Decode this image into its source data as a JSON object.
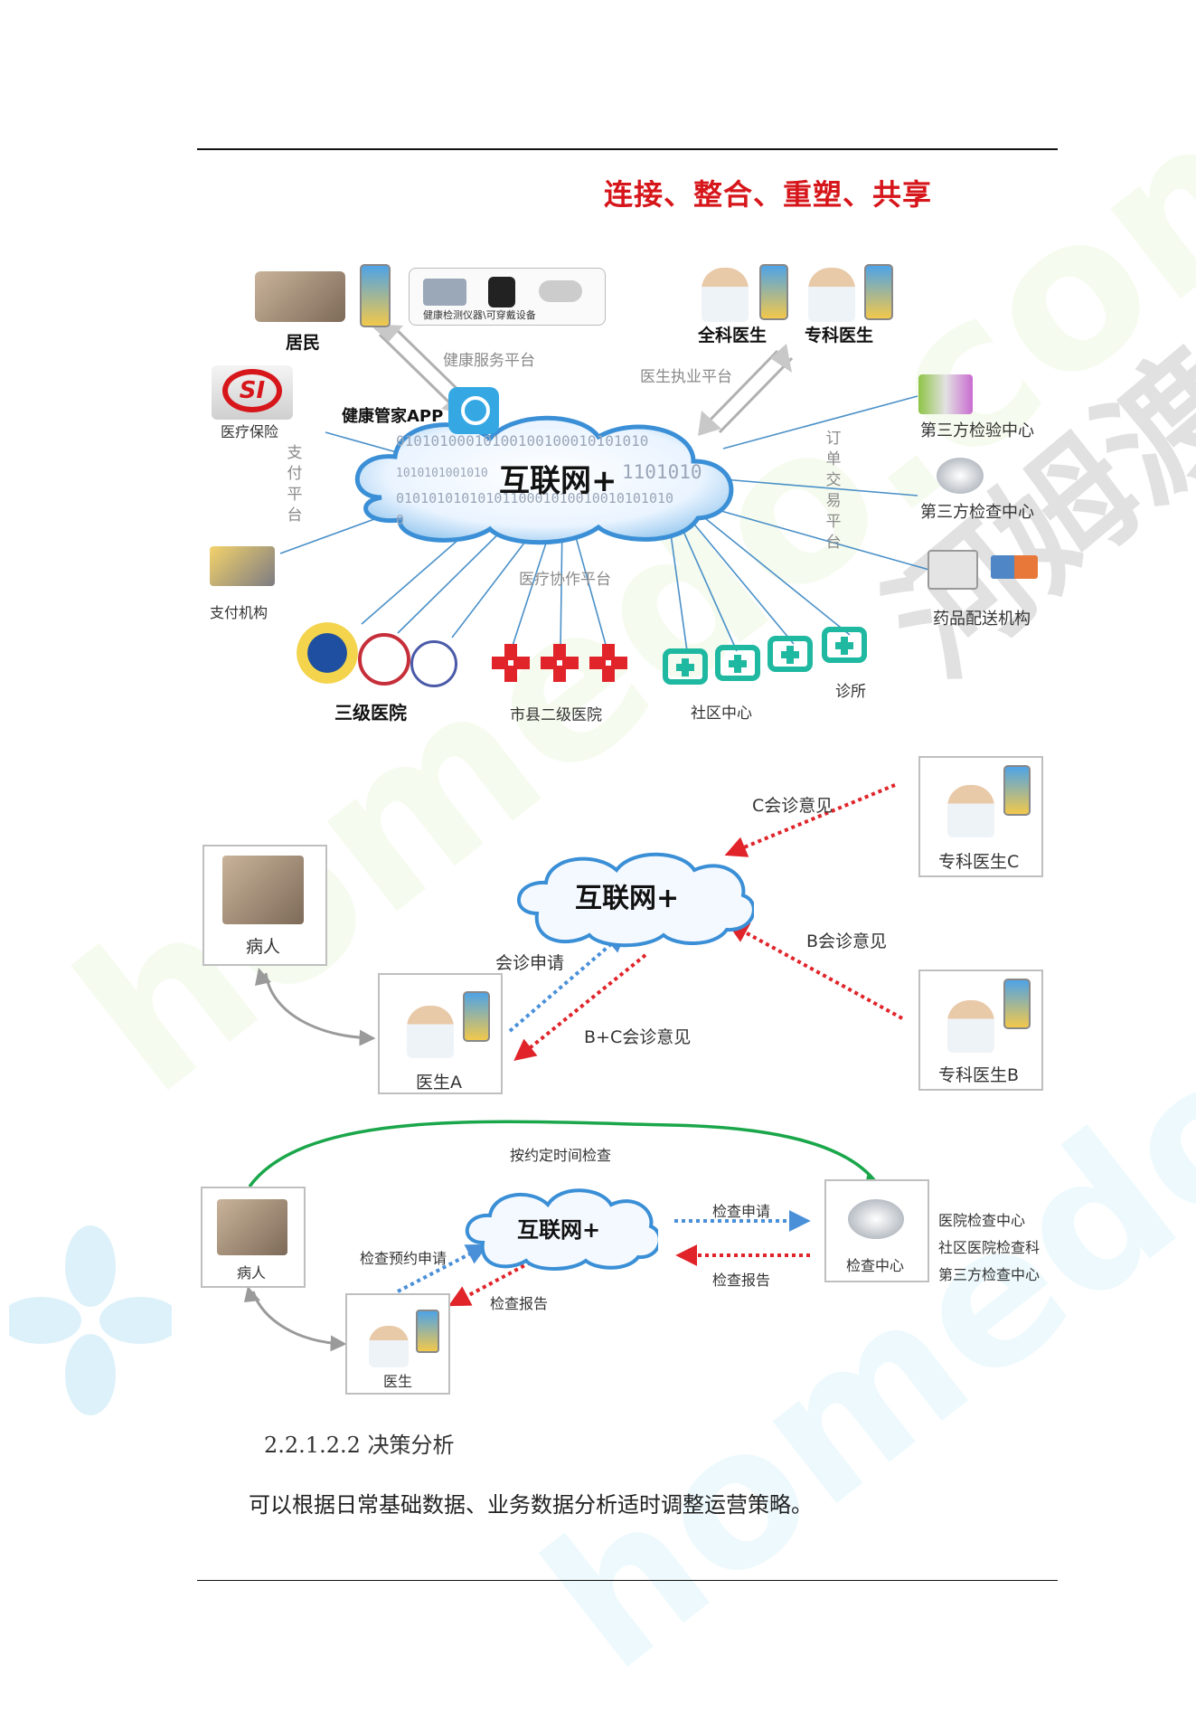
{
  "watermark": {
    "latin": "homedo.com",
    "cn": "河姆渡"
  },
  "headline": "连接、整合、重塑、共享",
  "figure1": {
    "cloud_label": "互联网+",
    "cloud_bits": [
      "01010100010100100100010101010",
      "1010101001010",
      "1101010",
      "0101010101010110001010010010101010",
      "0"
    ],
    "resident": "居民",
    "device_caption": "健康检测仪器\\可穿戴设备",
    "general_doctor": "全科医生",
    "specialist_doctor": "专科医生",
    "health_platform": "健康服务平台",
    "doctor_platform": "医生执业平台",
    "insurance_logo": "SI",
    "insurance": "医疗保险",
    "app": "健康管家APP",
    "payment_platform": "支付平台",
    "payment_org": "支付机构",
    "order_platform": "订单交易平台",
    "third_lab": "第三方检验中心",
    "third_exam": "第三方检查中心",
    "drug_delivery": "药品配送机构",
    "coop_platform": "医疗协作平台",
    "tertiary": "三级医院",
    "county": "市县二级医院",
    "community": "社区中心",
    "clinic": "诊所"
  },
  "figure2": {
    "cloud_label": "互联网+",
    "patient": "病人",
    "doctor_a": "医生A",
    "doctor_c": "专科医生C",
    "doctor_b": "专科医生B",
    "c_opinion": "C会诊意见",
    "b_opinion": "B会诊意见",
    "request": "会诊申请",
    "bc_opinion": "B+C会诊意见"
  },
  "figure3": {
    "cloud_label": "互联网+",
    "scheduled": "按约定时间检查",
    "patient": "病人",
    "doctor": "医生",
    "exam_center": "检查中心",
    "exam_request": "检查申请",
    "exam_report_right": "检查报告",
    "booking_request": "检查预约申请",
    "exam_report_left": "检查报告",
    "centers": [
      "医院检查中心",
      "社区医院检查科",
      "第三方检查中心"
    ]
  },
  "section": {
    "number": "2.2.1.2.2 决策分析",
    "body": "可以根据日常基础数据、业务数据分析适时调整运营策略。"
  },
  "colors": {
    "headline": "#d6161b",
    "cloud": "#3a8fd6",
    "red_arrow": "#e0242a",
    "blue_arrow": "#4a90d9",
    "green_arc": "#1aa64a"
  }
}
